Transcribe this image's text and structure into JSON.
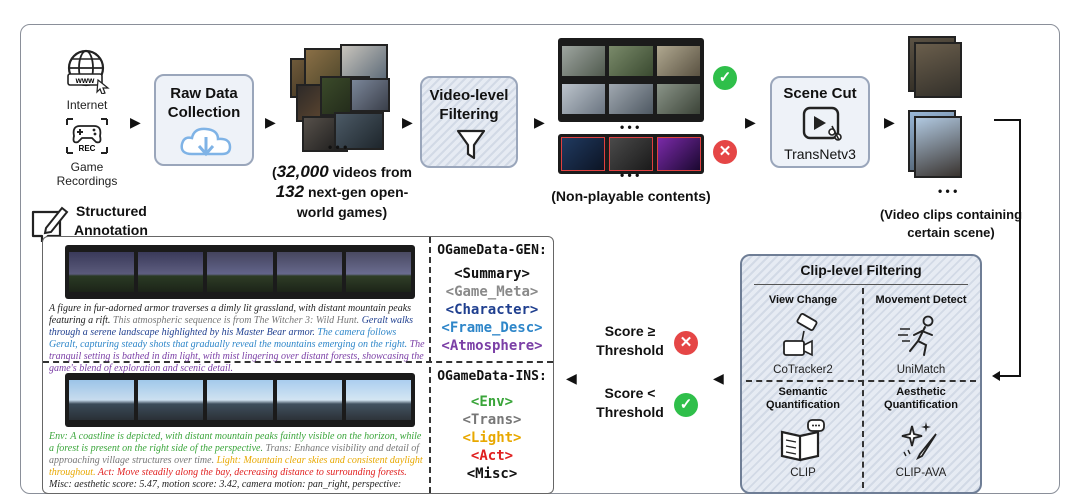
{
  "sources": {
    "internet": "Internet",
    "www": "www",
    "game_line1": "Game",
    "game_line2": "Recordings",
    "rec": "REC"
  },
  "raw_collection": {
    "line1": "Raw Data",
    "line2": "Collection"
  },
  "ellipsis": "• • •",
  "videos_caption": {
    "num1": "32,000",
    "t1": " videos from",
    "num2": "132",
    "t2": " next-gen open-",
    "t3": "world games)",
    "open": "("
  },
  "video_filter": {
    "line1": "Video-level",
    "line2": "Filtering"
  },
  "nonplay_caption": "(Non-playable contents)",
  "scene_cut": {
    "title": "Scene Cut",
    "tool": "TransNetv3"
  },
  "clips_caption": {
    "line1": "(Video clips containing",
    "line2": "certain scene)"
  },
  "structured": {
    "line1": "Structured",
    "line2": "Annotation"
  },
  "gen": {
    "title": "OGameData-GEN:",
    "items": [
      {
        "text": "<Summary>",
        "color": "#111111"
      },
      {
        "text": "<Game_Meta>",
        "color": "#8a8a8a"
      },
      {
        "text": "<Character>",
        "color": "#1f3f8f"
      },
      {
        "text": "<Frame_Desc>",
        "color": "#2e86c9"
      },
      {
        "text": "<Atmosphere>",
        "color": "#7b3fa6"
      }
    ],
    "para": [
      {
        "t": "A figure in fur-adorned armor traverses a dimly lit grassland, with distant mountain peaks featuring a rift. ",
        "c": "#222222"
      },
      {
        "t": "This atmospheric sequence is from The Witcher 3: Wild Hunt. ",
        "c": "#777777"
      },
      {
        "t": "Geralt walks through a serene landscape highlighted by his Master Bear armor. ",
        "c": "#1f3f8f"
      },
      {
        "t": "The camera follows Geralt, capturing steady shots that gradually reveal the mountains emerging on the right. ",
        "c": "#2e86c9"
      },
      {
        "t": "The tranquil setting is bathed in dim light, with mist lingering over distant forests, showcasing the game's blend of exploration and scenic detail.",
        "c": "#7b3fa6"
      }
    ]
  },
  "ins": {
    "title": "OGameData-INS:",
    "items": [
      {
        "text": "<Env>",
        "color": "#3aa53a"
      },
      {
        "text": "<Trans>",
        "color": "#777777"
      },
      {
        "text": "<Light>",
        "color": "#e8a800"
      },
      {
        "text": "<Act>",
        "color": "#e02020"
      },
      {
        "text": "<Misc>",
        "color": "#111111"
      }
    ],
    "para": [
      {
        "t": "Env: A coastline is depicted, with distant mountain peaks faintly visible on the horizon, while a forest is present on the right side of the perspective. ",
        "c": "#3aa53a"
      },
      {
        "t": "Trans: Enhance visibility and detail of approaching village structures over time. ",
        "c": "#777777"
      },
      {
        "t": "Light: Mountain clear skies and consistent daylight throughout. ",
        "c": "#e8a800"
      },
      {
        "t": "Act: Move steadily along the bay, decreasing distance to surrounding forests. ",
        "c": "#e02020"
      },
      {
        "t": "Misc: aesthetic score: 5.47, motion score: 3.42, camera motion: pan_right, perspective: third, shot size: full.",
        "c": "#222222"
      }
    ]
  },
  "score_ge": {
    "line1": "Score ≥",
    "line2": "Threshold",
    "icon": "✕"
  },
  "score_lt": {
    "line1": "Score <",
    "line2": "Threshold",
    "icon": "✓"
  },
  "check_icon": "✓",
  "cross_icon": "✕",
  "clip_filter": {
    "title": "Clip-level Filtering",
    "view_change": {
      "title": "View Change",
      "tool": "CoTracker2"
    },
    "movement": {
      "title": "Movement Detect",
      "tool": "UniMatch"
    },
    "semantic": {
      "title1": "Semantic",
      "title2": "Quantification",
      "tool": "CLIP"
    },
    "aesthetic": {
      "title1": "Aesthetic",
      "title2": "Quantification",
      "tool": "CLIP-AVA"
    }
  },
  "colors": {
    "box_fill": "#eef2f8",
    "box_border": "#9aa6bb",
    "green": "#2fbf4a",
    "red": "#e54646",
    "cloud": "#7fb3e6"
  }
}
